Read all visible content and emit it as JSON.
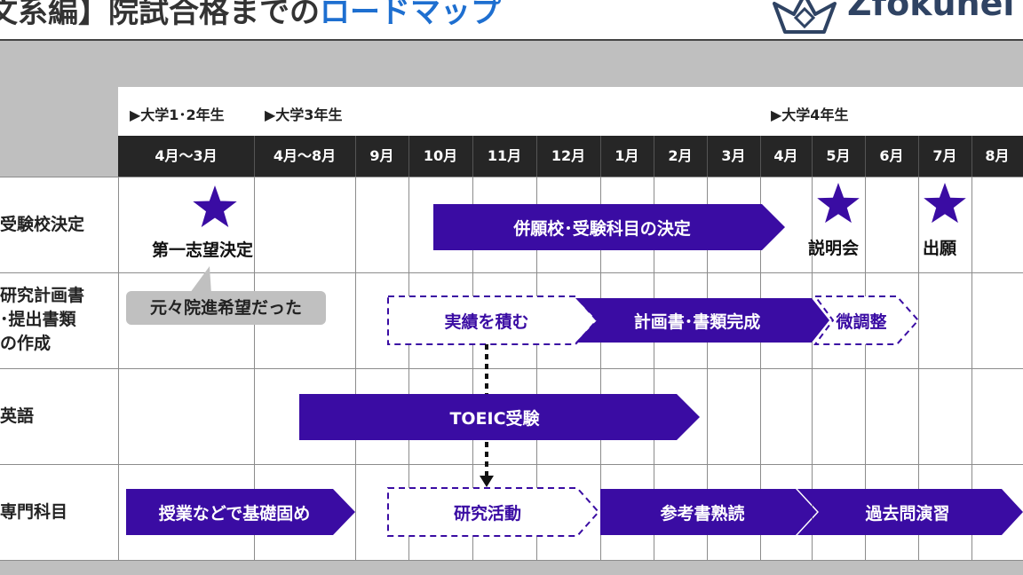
{
  "title": {
    "prefix": "文系編】院試合格までの",
    "highlight": "ロードマップ"
  },
  "logo": {
    "text": "Zfokunel"
  },
  "grades": [
    {
      "label": "▶大学1･2年生"
    },
    {
      "label": "▶大学3年生"
    },
    {
      "label": "▶大学4年生"
    }
  ],
  "months": [
    "4月〜3月",
    "4月〜8月",
    "9月",
    "10月",
    "11月",
    "12月",
    "1月",
    "2月",
    "3月",
    "4月",
    "5月",
    "6月",
    "7月",
    "8月"
  ],
  "rows": [
    {
      "label": "受験校決定"
    },
    {
      "label": "研究計画書\n･提出書類\nの作成"
    },
    {
      "label": "英語"
    },
    {
      "label": "専門科目"
    }
  ],
  "bars": {
    "school_decision": "併願校･受験科目の決定",
    "achievements": "実績を積む",
    "plan_docs": "計画書･書類完成",
    "fine_tune": "微調整",
    "toeic": "TOEIC受験",
    "basics": "授業などで基礎固め",
    "research": "研究活動",
    "reading": "参考書熟読",
    "past_exams": "過去問演習"
  },
  "stars": {
    "first_choice": "第一志望決定",
    "briefing": "説明会",
    "application": "出願"
  },
  "callout": "元々院進希望だった",
  "colors": {
    "bar": "#3a0ca3",
    "accent": "#1e6fd0",
    "header_bg": "#262626",
    "gray_bg": "#bfbfbf"
  }
}
